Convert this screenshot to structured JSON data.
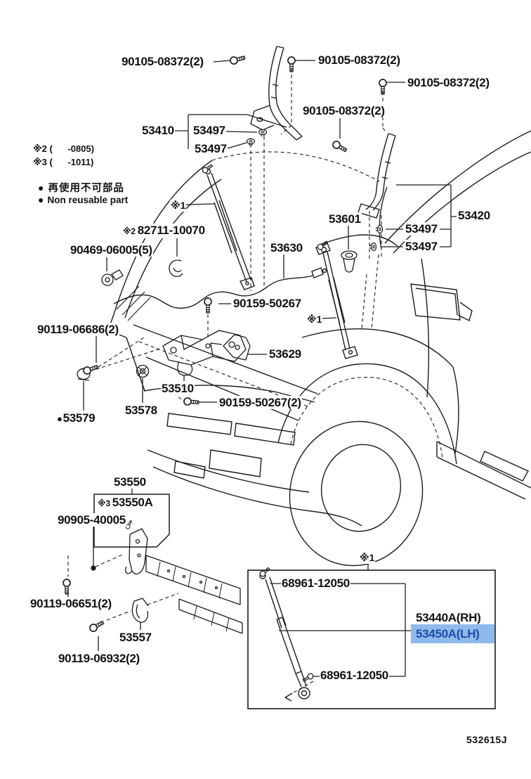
{
  "figure": {
    "code": "532615J"
  },
  "notes": {
    "note2": "※2 (      -0805)",
    "note3": "※3 (      -1011)"
  },
  "legend": {
    "bullet": "●",
    "jp": "再使用不可部品",
    "en": "Non  reusable part"
  },
  "refs": {
    "r1": "※1",
    "r2": "※2",
    "r3": "※3"
  },
  "parts": {
    "p90105": "90105-08372(2)",
    "p53410": "53410",
    "p53497": "53497",
    "p53420": "53420",
    "p53601": "53601",
    "p82711": "82711-10070",
    "p90469": "90469-06005(5)",
    "p53630": "53630",
    "p90159": "90159-50267",
    "p90159_2": "90159-50267(2)",
    "p90119_06686": "90119-06686(2)",
    "p53629": "53629",
    "p53510": "53510",
    "p53578": "53578",
    "p53579": "53579",
    "p53550": "53550",
    "p53550A": "53550A",
    "p90905": "90905-40005",
    "p90119_06651": "90119-06651(2)",
    "p53557": "53557",
    "p90119_06932": "90119-06932(2)",
    "p68961": "68961-12050",
    "p53440A": "53440A(RH)",
    "p53450A": "53450A(LH)"
  },
  "highlight": {
    "background": "#8fb9ea",
    "text_color": "#1d4bab"
  }
}
